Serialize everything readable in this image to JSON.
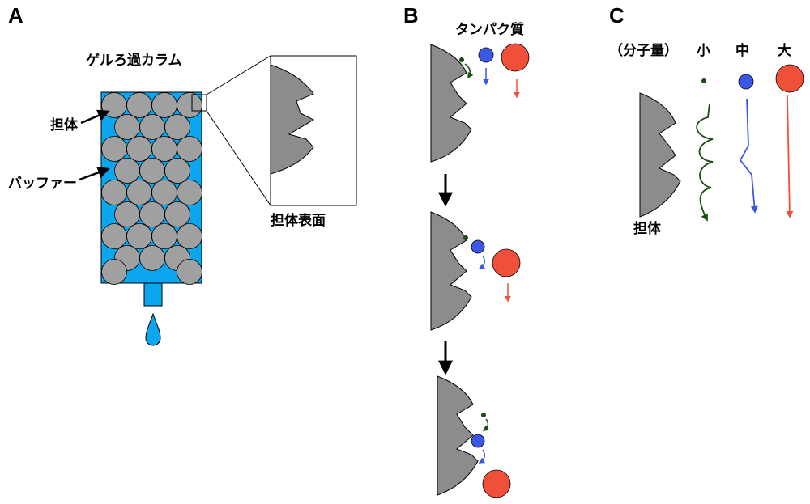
{
  "panels": {
    "a": {
      "letter": "A",
      "title": "ゲルろ過カラム",
      "carrier_label": "担体",
      "buffer_label": "バッファー",
      "surface_label": "担体表面"
    },
    "b": {
      "letter": "B",
      "protein_label": "タンパク質"
    },
    "c": {
      "letter": "C",
      "mw_label": "（分子量）",
      "small_label": "小",
      "medium_label": "中",
      "large_label": "大",
      "carrier_label": "担体"
    }
  },
  "colors": {
    "buffer": "#0aa7f0",
    "bead": "#a0a0a0",
    "carrier": "#8c8c8c",
    "small": "#1a4d12",
    "medium": "#3b57e6",
    "large": "#f0503a"
  }
}
